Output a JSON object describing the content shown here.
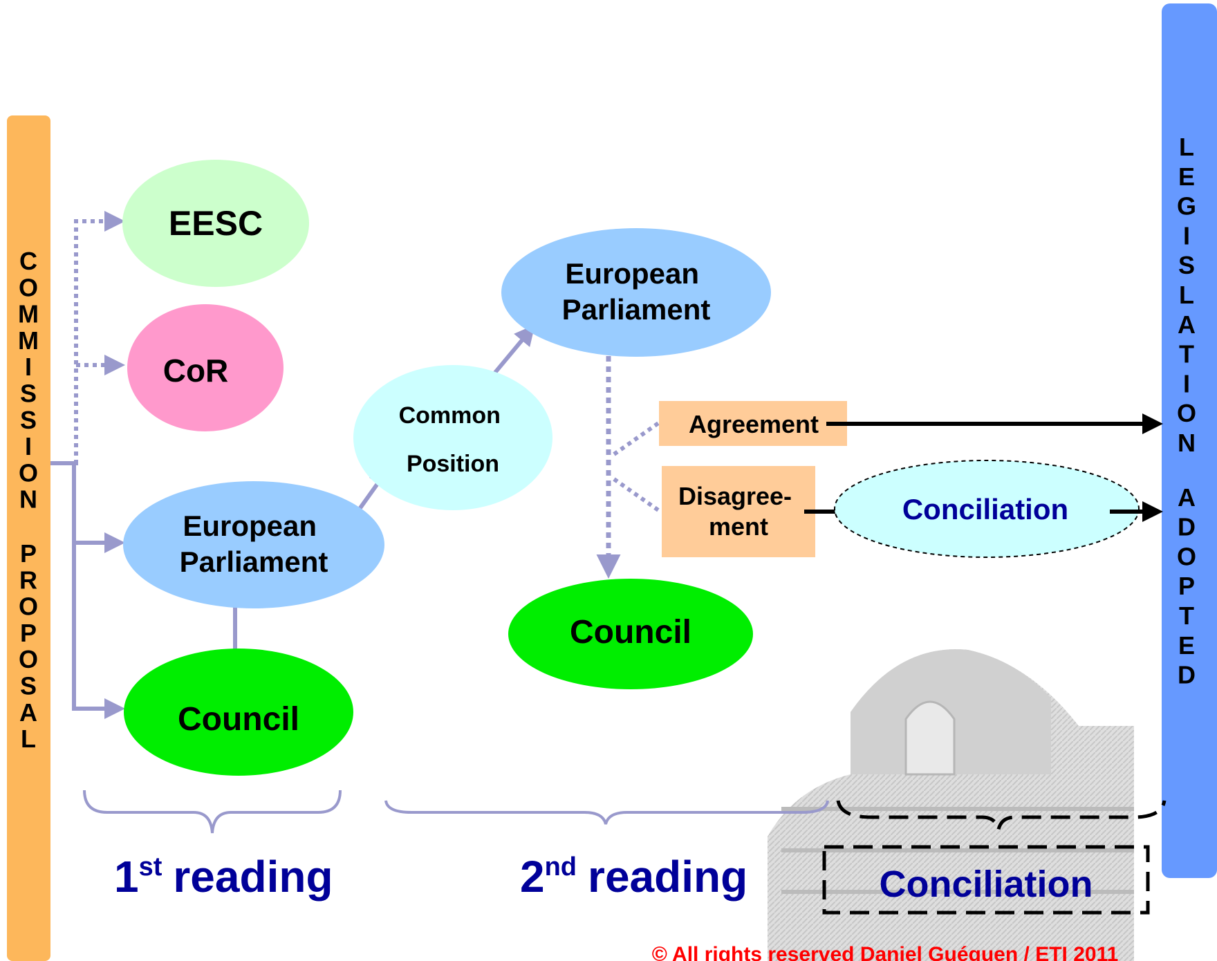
{
  "left_bar": {
    "label": "COMMISSION PROPOSAL",
    "color": "#FDB75B"
  },
  "right_bar": {
    "label": "LEGISLATION ADOPTED",
    "color": "#6699FF"
  },
  "first_reading": {
    "eesc": "EESC",
    "cor": "CoR",
    "parliament": {
      "line1": "European",
      "line2": "Parliament"
    },
    "council": "Council",
    "caption": {
      "number": "1",
      "suffix": "st",
      "text": "reading"
    }
  },
  "common_position": {
    "line1": "Common",
    "line2": "Position"
  },
  "second_reading": {
    "parliament": {
      "line1": "European",
      "line2": "Parliament"
    },
    "council": "Council",
    "agreement": "Agreement",
    "disagreement": {
      "line1": "Disagree-",
      "line2": "ment"
    },
    "conciliation": "Conciliation",
    "caption": {
      "number": "2",
      "suffix": "nd",
      "text": "reading"
    }
  },
  "conciliation_caption": "Conciliation",
  "copyright": "© All rights reserved Daniel Guéguen / ETI 2011",
  "colors": {
    "eesc": "#CCFFCC",
    "cor": "#FF99CC",
    "parliament": "#99CCFF",
    "council": "#00EE00",
    "common_position": "#CCFFFF",
    "box": "#FFCC99",
    "connector": "#9999CC",
    "caption": "#000099",
    "copyright": "#FF0000"
  }
}
